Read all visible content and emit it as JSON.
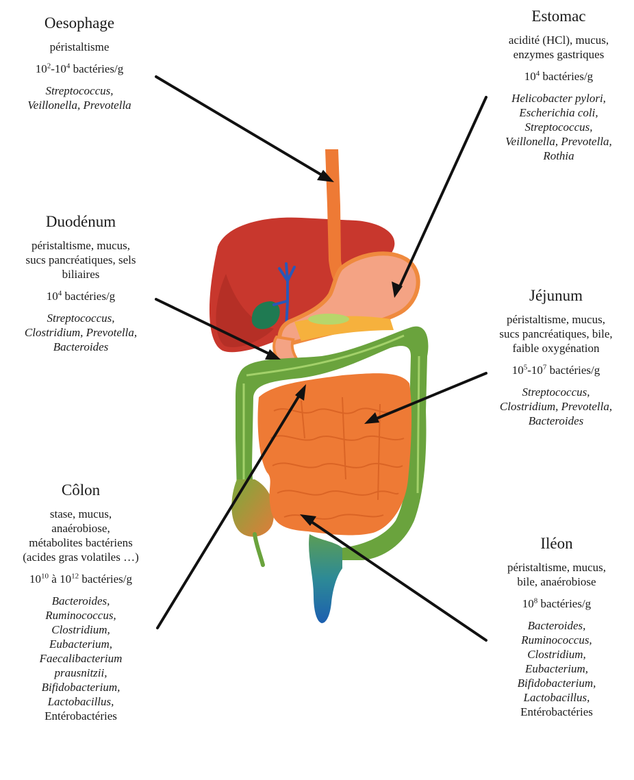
{
  "organs": {
    "oesophage": {
      "title": "Oesophage",
      "properties": [
        "péristaltisme"
      ],
      "count_base1": "10",
      "count_exp1": "2",
      "count_sep": "-",
      "count_base2": "10",
      "count_exp2": "4",
      "count_unit": " bactéries/g",
      "bacteria": [
        "Streptococcus,",
        "Veillonella, Prevotella"
      ]
    },
    "estomac": {
      "title": "Estomac",
      "properties": [
        "acidité (HCl), mucus,",
        "enzymes gastriques"
      ],
      "count_base": "10",
      "count_exp": "4",
      "count_unit": " bactéries/g",
      "bacteria": [
        "Helicobacter pylori,",
        "Escherichia coli,",
        "Streptococcus,",
        "Veillonella, Prevotella,",
        "Rothia"
      ]
    },
    "duodenum": {
      "title": "Duodénum",
      "properties": [
        "péristaltisme, mucus,",
        "sucs pancréatiques, sels",
        "biliaires"
      ],
      "count_base": "10",
      "count_exp": "4",
      "count_unit": " bactéries/g",
      "bacteria": [
        "Streptococcus,",
        "Clostridium, Prevotella,",
        "Bacteroides"
      ]
    },
    "jejunum": {
      "title": "Jéjunum",
      "properties": [
        "péristaltisme, mucus,",
        "sucs pancréatiques, bile,",
        "faible oxygénation"
      ],
      "count_base1": "10",
      "count_exp1": "5",
      "count_sep": "-",
      "count_base2": "10",
      "count_exp2": "7",
      "count_unit": " bactéries/g",
      "bacteria": [
        "Streptococcus,",
        "Clostridium,  Prevotella,",
        "Bacteroides"
      ]
    },
    "colon": {
      "title": "Côlon",
      "properties": [
        "stase, mucus,",
        "anaérobiose,",
        "métabolites bactériens",
        "(acides gras volatiles …)"
      ],
      "count_base1": "10",
      "count_exp1": "10",
      "count_sep": " à ",
      "count_base2": "10",
      "count_exp2": "12",
      "count_unit": " bactéries/g",
      "bacteria": [
        "Bacteroides,",
        "Ruminococcus,",
        "Clostridium,",
        "Eubacterium,",
        "Faecalibacterium",
        "prausnitzii,",
        "Bifidobacterium,",
        "Lactobacillus,"
      ],
      "bacteria_plain": "Entérobactéries"
    },
    "ileon": {
      "title": "Iléon",
      "properties": [
        "péristaltisme, mucus,",
        "bile, anaérobiose"
      ],
      "count_base": "10",
      "count_exp": "8",
      "count_unit": " bactéries/g",
      "bacteria": [
        "Bacteroides,",
        "Ruminococcus,",
        "Clostridium,",
        "Eubacterium,",
        "Bifidobacterium,",
        "Lactobacillus,"
      ],
      "bacteria_plain": "Entérobactéries"
    }
  },
  "colors": {
    "liver": "#c8372d",
    "oesophagus": "#ee7a35",
    "stomach": "#f4a384",
    "small_intestine": "#ee7a35",
    "colon": "#6aa33d",
    "gallbladder": "#1f7a52",
    "bile_duct": "#2a58b8",
    "rectum": "#2a8fa0",
    "arrow": "#111111"
  }
}
